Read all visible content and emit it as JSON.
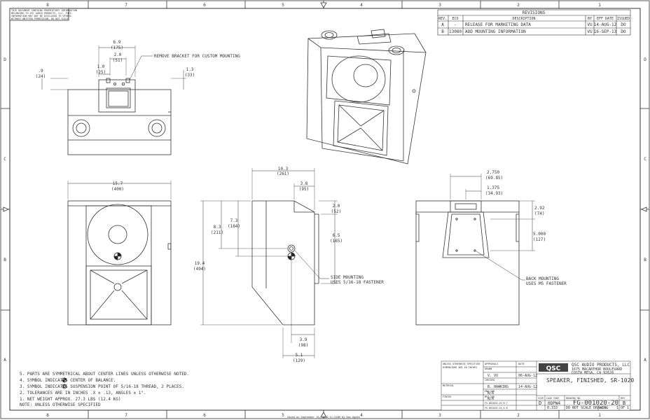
{
  "border": {
    "cols_top": [
      "8",
      "7",
      "6",
      "5",
      "4",
      "3",
      "2",
      "1"
    ],
    "rows_left": [
      "D",
      "C",
      "B",
      "A"
    ],
    "rows_right": [
      "D",
      "C",
      "B",
      "A"
    ]
  },
  "proprietary_note": [
    "THIS DOCUMENT CONTAINS PROPRIETARY INFORMATION",
    "BELONGING TO QSC AUDIO PRODUCTS, LLC. THIS",
    "INFORMATION MAY NOT BE DISCLOSED TO OTHERS",
    "WITHOUT WRITTEN PERMISSION. DO NOT SCALE"
  ],
  "revisions": {
    "title": "REVISIONS",
    "headers": [
      "REV.",
      "ECO",
      "DESCRIPTION",
      "BY",
      "EFF DATE",
      "ISSUED"
    ],
    "rows": [
      [
        "A",
        "-",
        "RELEASE FOR MARKETING DATA",
        "VU",
        "14-AUG-12",
        "DO"
      ],
      [
        "B",
        "13080",
        "ADD MOUNTING INFORMATION",
        "VU",
        "16-SEP-13",
        "DO"
      ]
    ]
  },
  "top_view": {
    "dim_a": "6.9",
    "dim_a_mm": "(175)",
    "dim_b": "2.0",
    "dim_b_mm": "(51)",
    "dim_c": "1.0",
    "dim_c_mm": "(25)",
    "dim_d": ".9",
    "dim_d_mm": "(24)",
    "dim_e": "1.3",
    "dim_e_mm": "(33)",
    "callout": "REMOVE BRACKET FOR CUSTOM MOUNTING"
  },
  "front_view": {
    "width": "15.7",
    "width_mm": "(400)",
    "height": "19.4",
    "height_mm": "(494)"
  },
  "side_view": {
    "depth": "10.3",
    "depth_mm": "(261)",
    "top_depth": "3.8",
    "top_depth_mm": "(95)",
    "h1": "8.3",
    "h1_mm": "(211)",
    "h2": "7.3",
    "h2_mm": "(184)",
    "h3": "2.0",
    "h3_mm": "(52)",
    "h4": "6.5",
    "h4_mm": "(165)",
    "base1": "3.9",
    "base1_mm": "(98)",
    "base2": "5.1",
    "base2_mm": "(129)",
    "callout_1": "SIDE MOUNTING",
    "callout_2": "USES 5/16-18 FASTENER"
  },
  "rear_view": {
    "w1": "2.750",
    "w1_mm": "(69.85)",
    "w2": "1.375",
    "w2_mm": "(34.93)",
    "h1": "2.92",
    "h1_mm": "(74)",
    "h2": "5.000",
    "h2_mm": "(127)",
    "callout_1": "BACK MOUNTING",
    "callout_2": "USES M5 FASTENER"
  },
  "notes": [
    "5. PARTS ARE SYMMETRICAL ABOUT CENTER LINES UNLESS OTHERWISE NOTED.",
    "4. SYMBOL   INDICATES CENTER OF BALANCE.",
    "3. SYMBOL   INDICATES SUSPENSION POINT OF 5/16-18 THREAD, 2 PLACES.",
    "2. TOLERANCES ARE IN INCHES .X ± .13, ANGLES ± 1°.",
    "1. NET WEIGHT APPROX. 27.3 LBS (12.4 KG)",
    "NOTE:  UNLESS OTHERWISE SPECIFIED"
  ],
  "title_block": {
    "logo": "QSC",
    "company": "QSC AUDIO PRODUCTS, LLC",
    "address_1": "1675 MACARTHUR BOULEVARD",
    "address_2": "COSTA MESA, CA 92626",
    "title": "SPEAKER, FINISHED, SR-1020",
    "approvals_label": "APPROVALS",
    "date_label": "DATE",
    "drawn_label": "DRAWN",
    "drawn_by": "V. VU",
    "drawn_date": "06-AUG-12",
    "checked_label": "CHECKED",
    "checked_by": "B. HAWKINS",
    "checked_date": "14-AUG-12",
    "eng_label": "ENG CHK",
    "eng_value": "N/A",
    "mfg_label": "MFG CHK",
    "mfg_value": "N/A",
    "material_label": "MATERIAL",
    "finish_label": "FINISH",
    "size_label": "SIZE",
    "size": "D",
    "cage_label": "CAGE CODE",
    "cage": "0DPW4",
    "dwg_label": "DRAWING NO.",
    "dwg_no": "FG-001020-20",
    "rev_label": "REV",
    "rev": "B",
    "scale": "0.333",
    "do_not_scale": "DO NOT SCALE DRAWING",
    "sheet_label": "SHEET",
    "sheet": "1 OF 1",
    "unless_text": "UNLESS OTHERWISE SPECIFIED",
    "dims_text": "DIMENSIONS ARE IN INCHES",
    "drawing_no_1": "FG-001020-20_B.7",
    "drawing_no_2": "FG-001020-20_A.B"
  },
  "footer": "Saved on September 16, 2013 11:22AM by Dan.Ogden"
}
